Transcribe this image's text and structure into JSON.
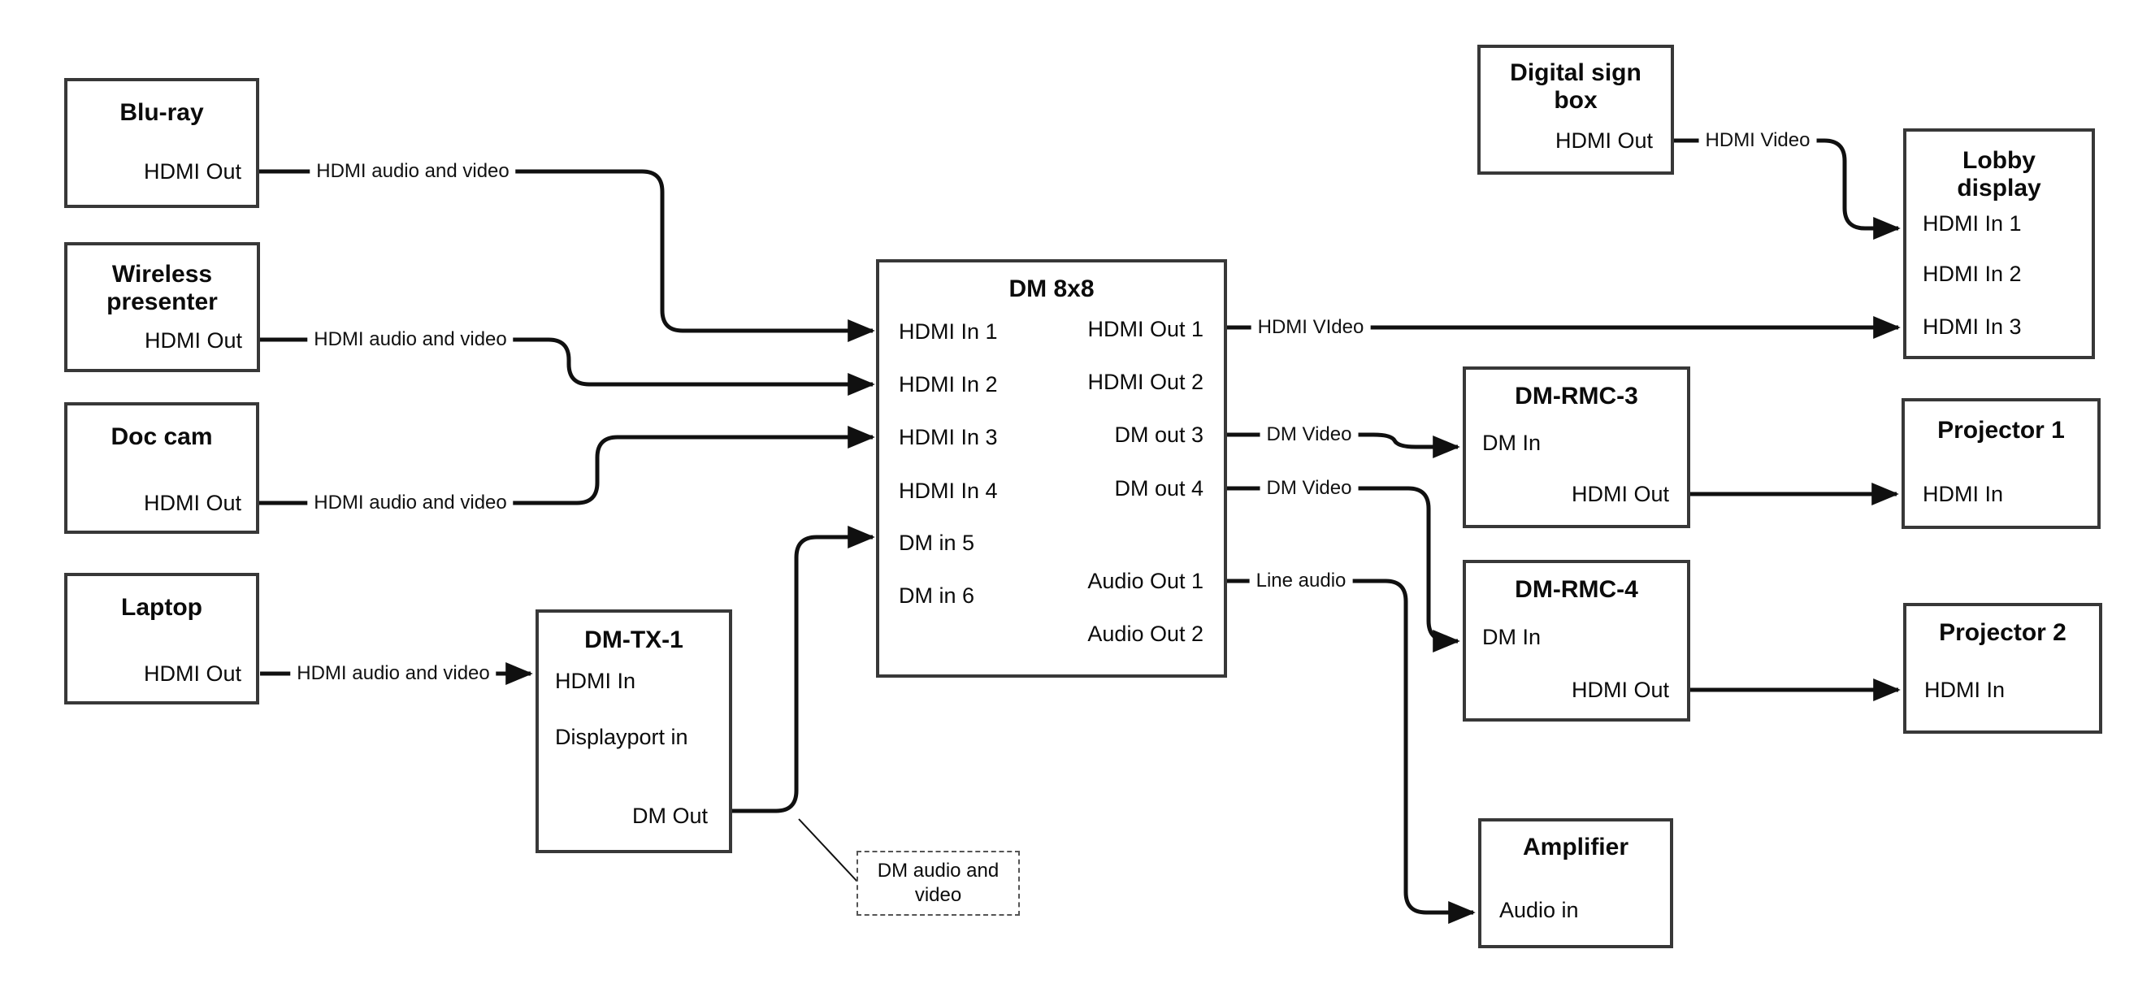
{
  "colors": {
    "background": "#ffffff",
    "wire": "#101010",
    "box_border": "#383838",
    "text": "#0b0b0b"
  },
  "boxes": {
    "bluray": {
      "title": "Blu-ray",
      "ports": [
        {
          "label": "HDMI Out"
        }
      ]
    },
    "wireless": {
      "title": "Wireless\npresenter",
      "ports": [
        {
          "label": "HDMI Out"
        }
      ]
    },
    "doccam": {
      "title": "Doc cam",
      "ports": [
        {
          "label": "HDMI Out"
        }
      ]
    },
    "laptop": {
      "title": "Laptop",
      "ports": [
        {
          "label": "HDMI Out"
        }
      ]
    },
    "dmtx1": {
      "title": "DM-TX-1",
      "ports": [
        {
          "label": "HDMI In"
        },
        {
          "label": "Displayport in"
        },
        {
          "label": "DM Out"
        }
      ]
    },
    "dm8x8": {
      "title": "DM 8x8",
      "ports": [
        {
          "label": "HDMI In 1"
        },
        {
          "label": "HDMI In 2"
        },
        {
          "label": "HDMI In 3"
        },
        {
          "label": "HDMI In 4"
        },
        {
          "label": "DM in 5"
        },
        {
          "label": "DM in 6"
        },
        {
          "label": "HDMI Out 1"
        },
        {
          "label": "HDMI Out 2"
        },
        {
          "label": "DM out 3"
        },
        {
          "label": "DM out 4"
        },
        {
          "label": "Audio Out 1"
        },
        {
          "label": "Audio Out 2"
        }
      ]
    },
    "digital_sign": {
      "title": "Digital sign\nbox",
      "ports": [
        {
          "label": "HDMI Out"
        }
      ]
    },
    "lobby": {
      "title": "Lobby\ndisplay",
      "ports": [
        {
          "label": "HDMI In 1"
        },
        {
          "label": "HDMI In 2"
        },
        {
          "label": "HDMI In 3"
        }
      ]
    },
    "dmrmc3": {
      "title": "DM-RMC-3",
      "ports": [
        {
          "label": "DM In"
        },
        {
          "label": "HDMI Out"
        }
      ]
    },
    "proj1": {
      "title": "Projector 1",
      "ports": [
        {
          "label": "HDMI In"
        }
      ]
    },
    "dmrmc4": {
      "title": "DM-RMC-4",
      "ports": [
        {
          "label": "DM In"
        },
        {
          "label": "HDMI Out"
        }
      ]
    },
    "proj2": {
      "title": "Projector 2",
      "ports": [
        {
          "label": "HDMI In"
        }
      ]
    },
    "amplifier": {
      "title": "Amplifier",
      "ports": [
        {
          "label": "Audio in"
        }
      ]
    }
  },
  "wire_labels": {
    "bluray": "HDMI audio and video",
    "wireless": "HDMI audio and video",
    "doccam": "HDMI audio and video",
    "laptop": "HDMI audio and video",
    "hdmi_out1": "HDMI VIdeo",
    "dm_out3": "DM Video",
    "dm_out4": "DM Video",
    "audio_out1": "Line audio",
    "digital_sign": "HDMI Video"
  },
  "note": {
    "text": "DM audio and\nvideo"
  }
}
